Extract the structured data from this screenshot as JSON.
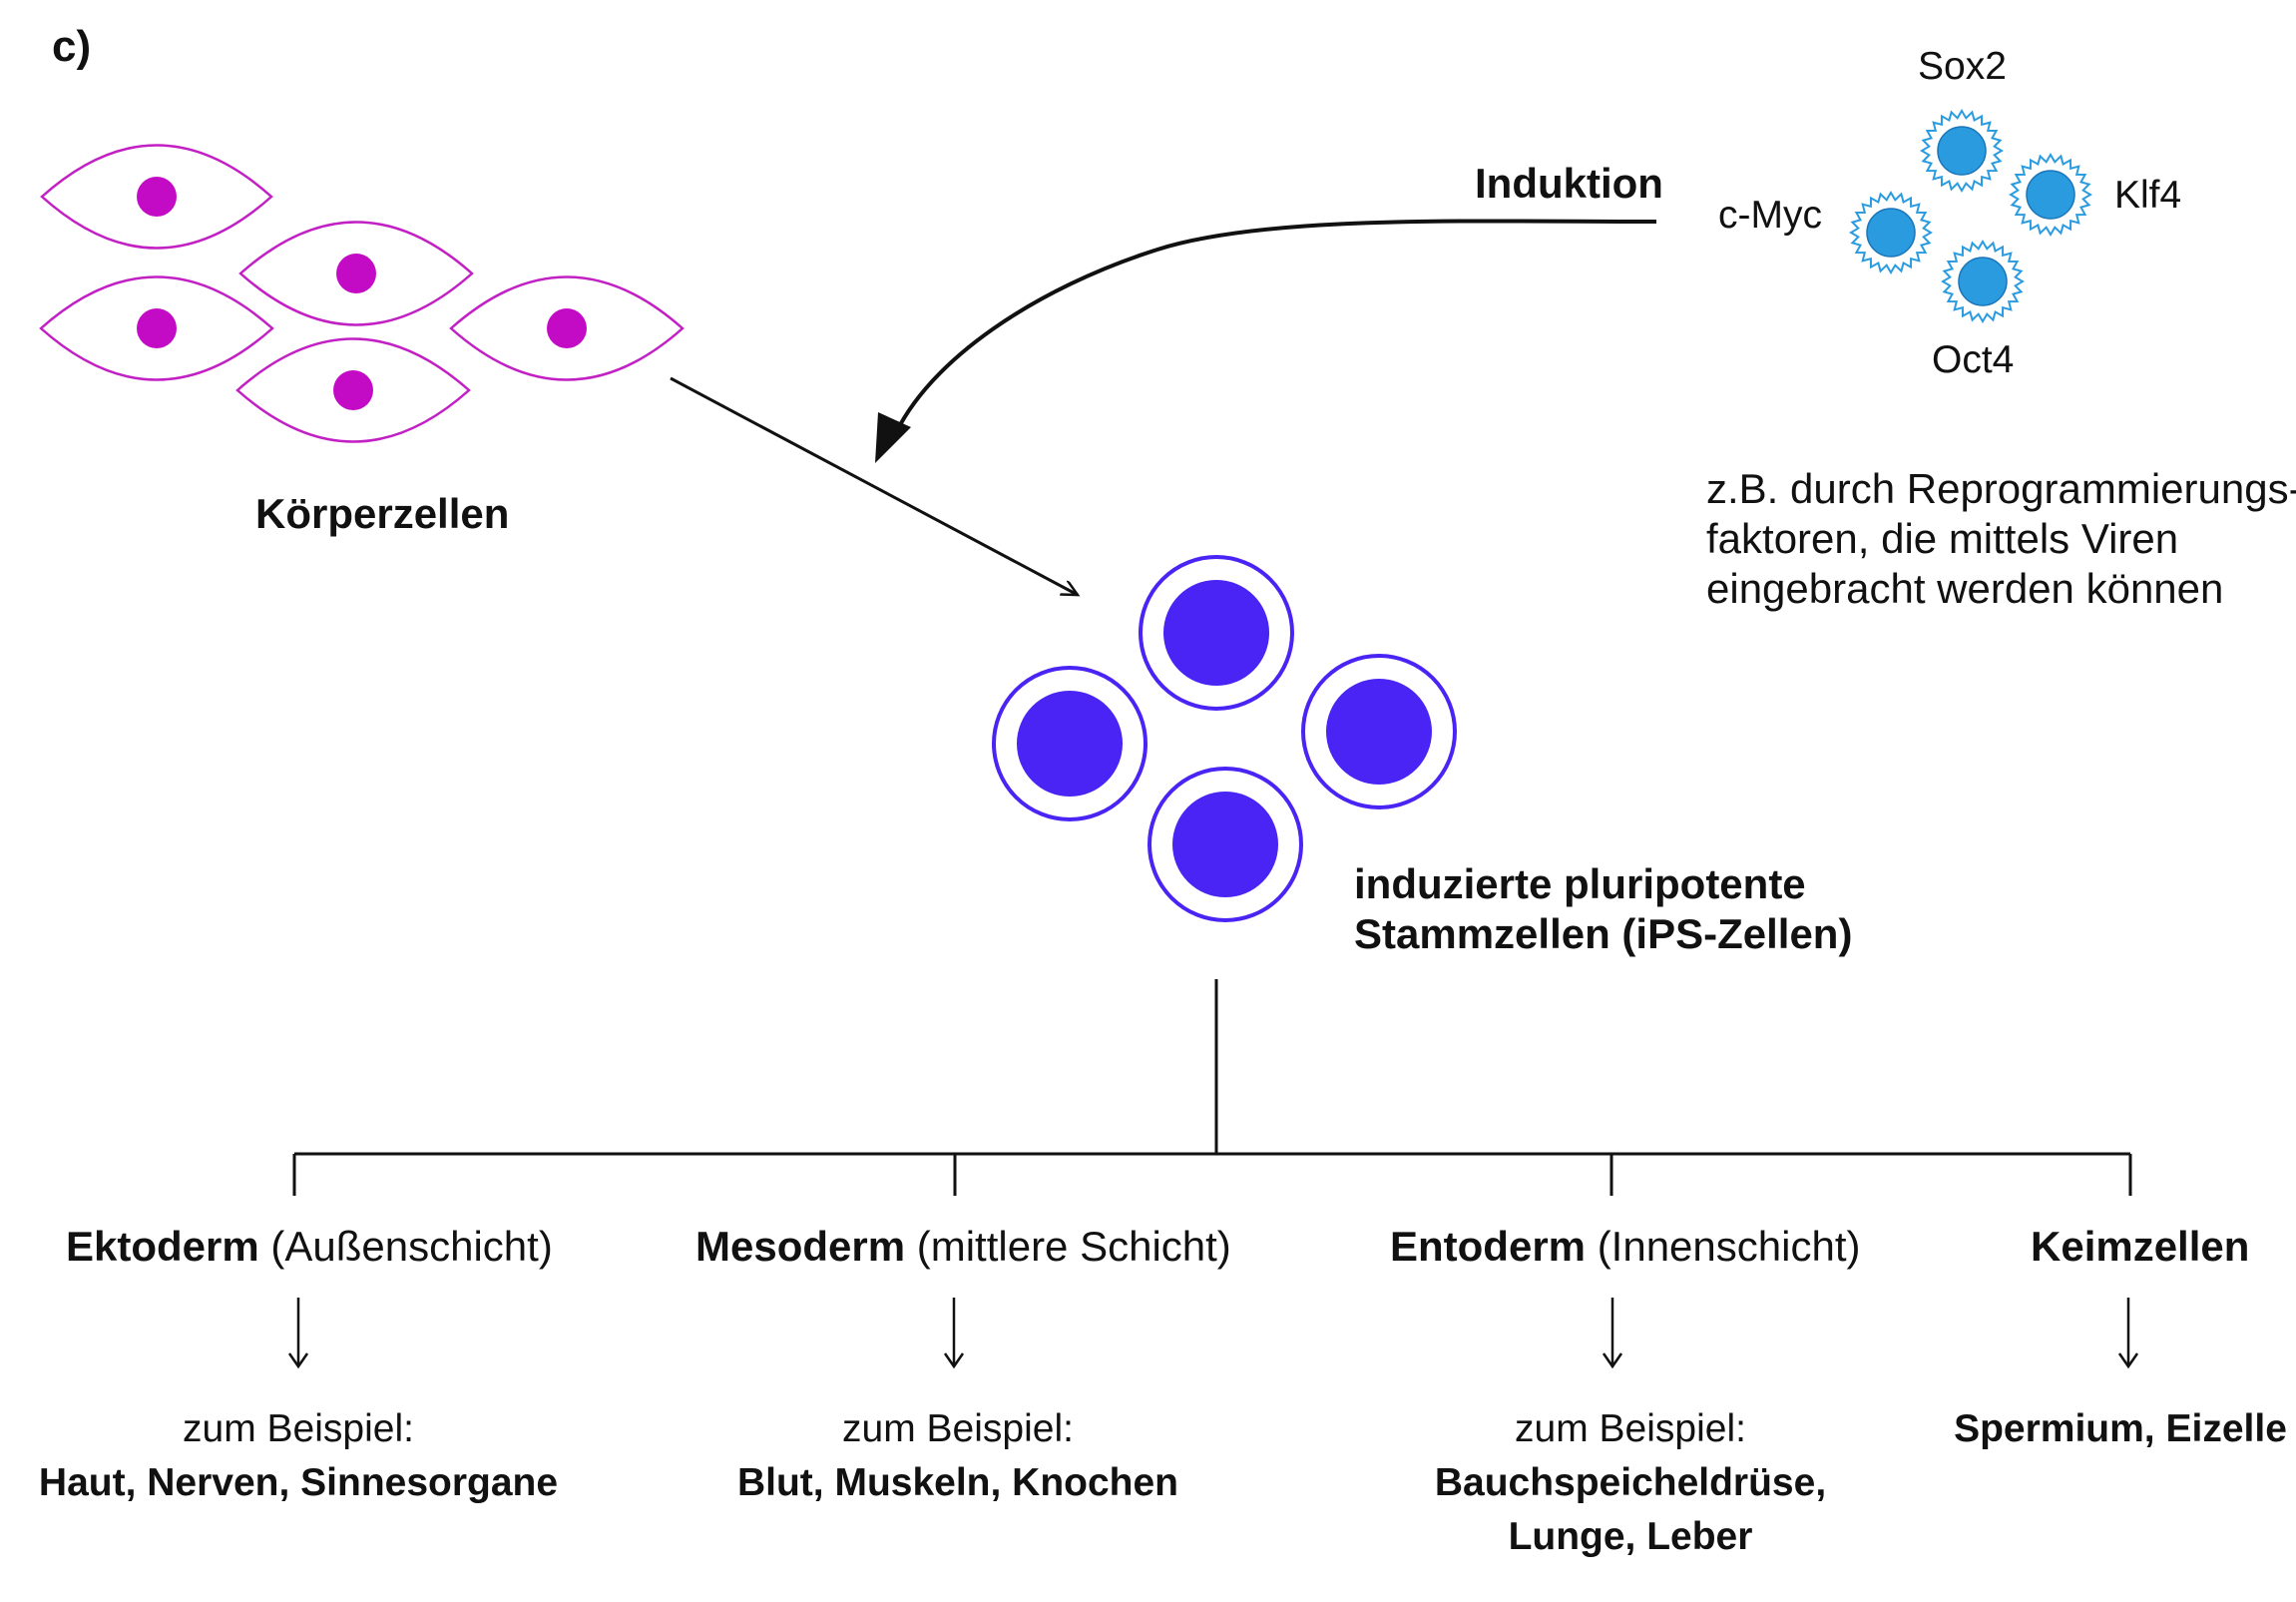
{
  "panel_label": "c)",
  "source_cells": {
    "label": "Körperzellen"
  },
  "induction": {
    "label": "Induktion",
    "factors": {
      "top": "Sox2",
      "right": "Klf4",
      "left": "c-Myc",
      "bottom": "Oct4"
    },
    "note": {
      "line1": "z.B. durch Reprogrammierungs-",
      "line2": "faktoren, die mittels Viren",
      "line3": "eingebracht werden können"
    }
  },
  "ips_cells": {
    "line1": "induzierte pluripotente",
    "line2": "Stammzellen (iPS-Zellen)"
  },
  "branches": [
    {
      "name": "Ektoderm",
      "desc": "(Außenschicht)",
      "example_intro": "zum Beispiel:",
      "examples": [
        "Haut, Nerven, Sinnesorgane"
      ]
    },
    {
      "name": "Mesoderm",
      "desc": "(mittlere Schicht)",
      "example_intro": "zum Beispiel:",
      "examples": [
        "Blut, Muskeln, Knochen"
      ]
    },
    {
      "name": "Entoderm",
      "desc": "(Innenschicht)",
      "example_intro": "zum Beispiel:",
      "examples": [
        "Bauchspeicheldrüse,",
        "Lunge, Leber"
      ]
    },
    {
      "name": "Keimzellen",
      "desc": "",
      "example_intro": "",
      "examples": [
        "Spermium, Eizelle"
      ]
    }
  ],
  "colors": {
    "somatic_cell_stroke": "#c21fc4",
    "somatic_nucleus": "#c30bc6",
    "ips_cell": "#4a23f5",
    "factor_fill": "#2b9be0",
    "line": "#111111"
  }
}
